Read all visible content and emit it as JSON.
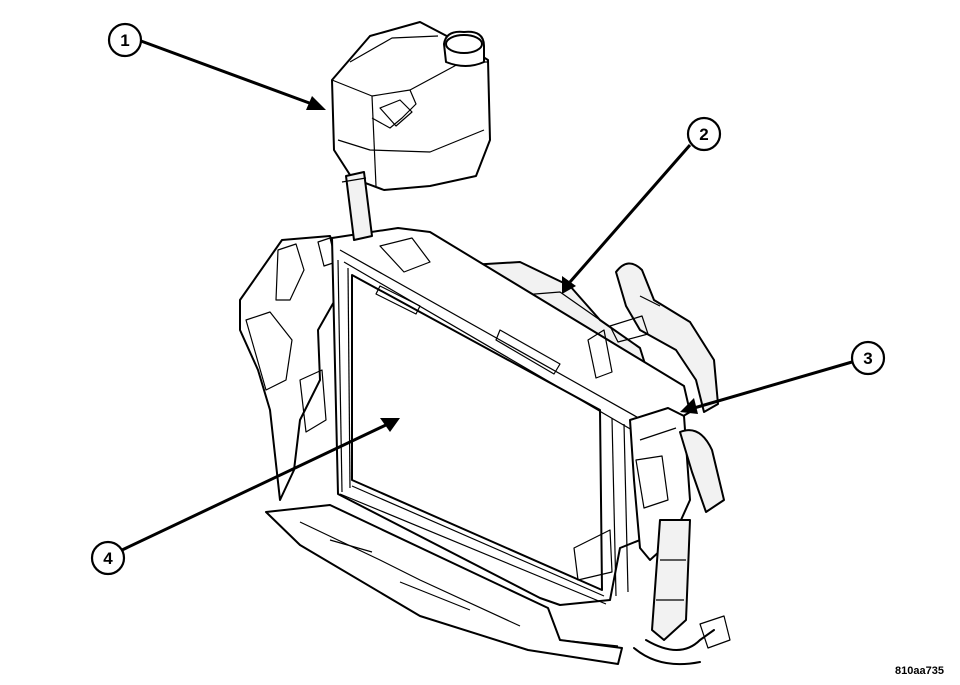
{
  "callouts": [
    {
      "id": 1,
      "label": "1",
      "part": "coolant-recovery-reservoir"
    },
    {
      "id": 2,
      "label": "2",
      "part": "radiator-fan-shroud"
    },
    {
      "id": 3,
      "label": "3",
      "part": "radiator-hose"
    },
    {
      "id": 4,
      "label": "4",
      "part": "radiator"
    }
  ],
  "figure_id": "810aa735"
}
